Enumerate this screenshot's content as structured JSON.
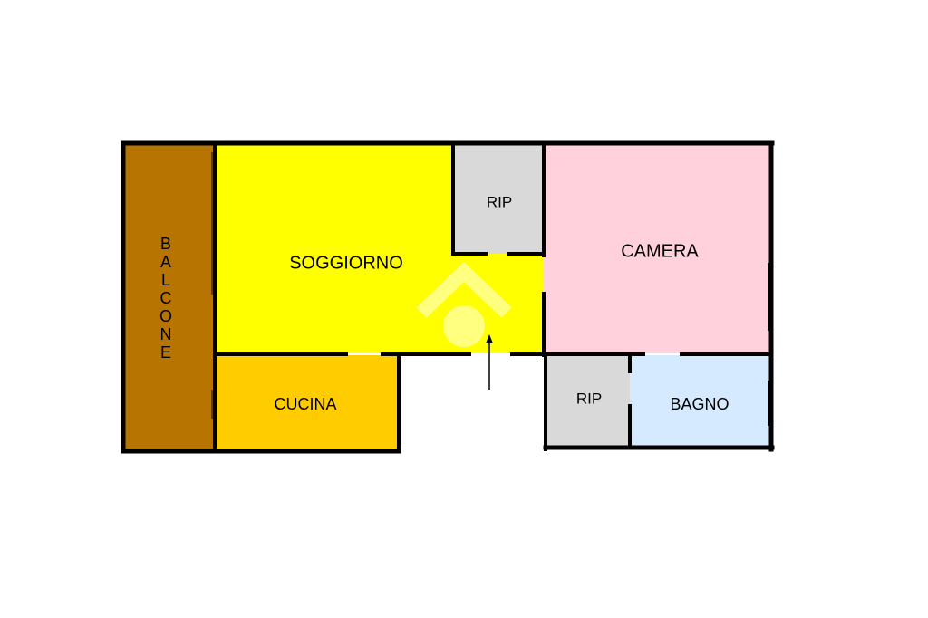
{
  "floorplan": {
    "colors": {
      "wall": "#000000",
      "balcone": "#b87400",
      "soggiorno": "#ffff00",
      "cucina": "#ffcc00",
      "ripostiglio": "#d9d9d9",
      "camera": "#ffd1dc",
      "bagno": "#d6eaff",
      "watermark": "#ffffff"
    },
    "rooms": {
      "balcone": {
        "label": "BALCONE"
      },
      "soggiorno": {
        "label": "SOGGIORNO"
      },
      "cucina": {
        "label": "CUCINA"
      },
      "rip_top": {
        "label": "RIP"
      },
      "rip_bottom": {
        "label": "RIP"
      },
      "camera": {
        "label": "CAMERA"
      },
      "bagno": {
        "label": "BAGNO"
      }
    },
    "icons": {
      "entrance": "entrance-arrow-icon",
      "watermark": "watermark-logo-icon"
    }
  }
}
